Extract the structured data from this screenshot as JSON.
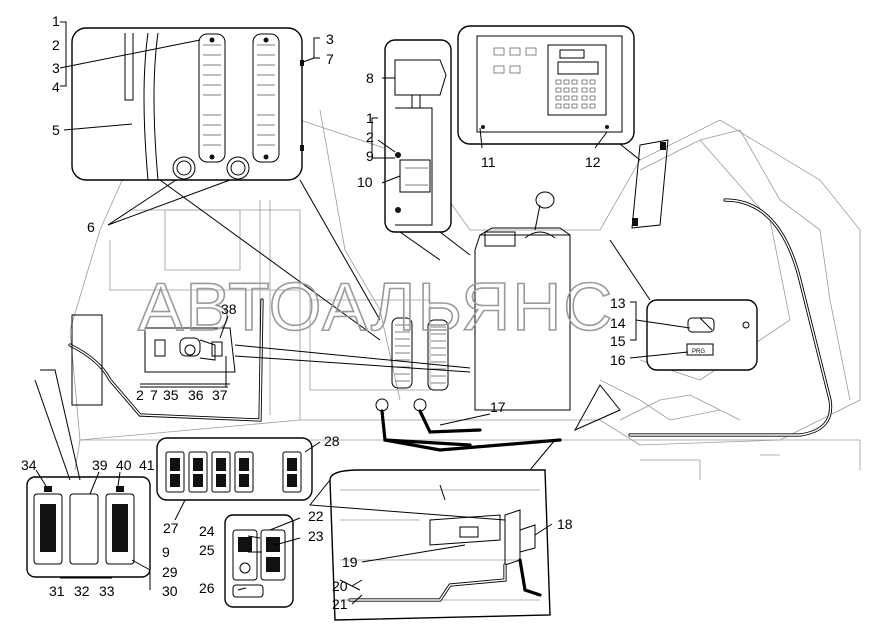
{
  "watermark": "АВТОАЛЬЯНС",
  "labels": {
    "l1a": "1",
    "l2a": "2",
    "l3a": "3",
    "l4a": "4",
    "l5": "5",
    "l6": "6",
    "l3b": "3",
    "l7b": "7",
    "l8": "8",
    "l1c": "1",
    "l2c": "2",
    "l9c": "9",
    "l10": "10",
    "l11": "11",
    "l12": "12",
    "l13": "13",
    "l14": "14",
    "l15": "15",
    "l16": "16",
    "l17": "17",
    "l38": "38",
    "l2d": "2",
    "l7d": "7",
    "l35": "35",
    "l36": "36",
    "l37": "37",
    "l28": "28",
    "l27": "27",
    "l34": "34",
    "l39": "39",
    "l40": "40",
    "l41": "41",
    "l9e": "9",
    "l29": "29",
    "l30": "30",
    "l31": "31",
    "l32": "32",
    "l33": "33",
    "l22": "22",
    "l23": "23",
    "l24": "24",
    "l25": "25",
    "l26": "26",
    "l18": "18",
    "l19": "19",
    "l20": "20",
    "l21": "21"
  },
  "display_box_text": "PRG",
  "colors": {
    "line": "#000000",
    "watermark": "#9a9a9a",
    "background": "#ffffff"
  }
}
